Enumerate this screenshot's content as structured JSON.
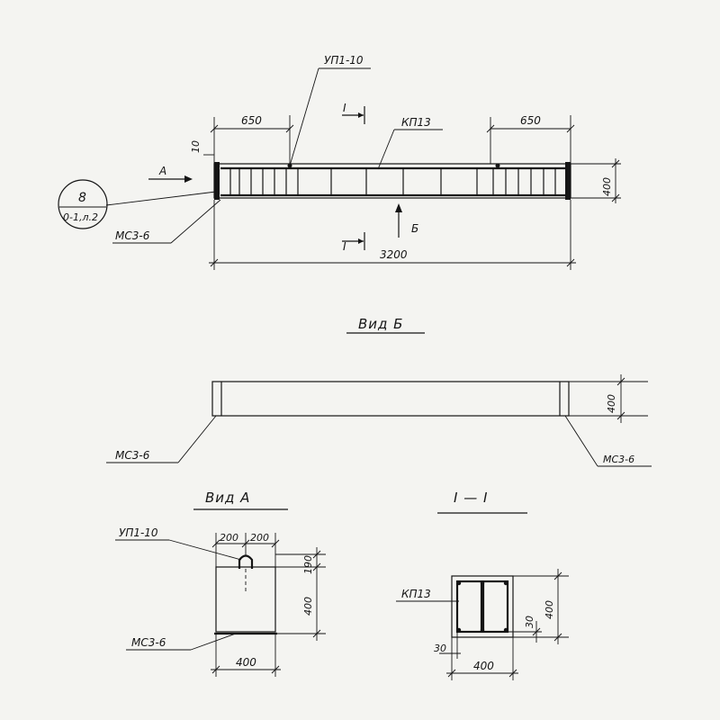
{
  "top_view": {
    "label_up": "УП1-10",
    "label_kp": "КП13",
    "dim_left": "650",
    "dim_right": "650",
    "dim_10": "10",
    "dim_height": "400",
    "dim_total": "3200",
    "section_mark": "I",
    "view_a_arrow": "A",
    "view_b_arrow": "Б",
    "callout_number": "8",
    "callout_sheet": "0-1,л.2",
    "label_ms": "МС3-6"
  },
  "view_b": {
    "title": "Вид Б",
    "dim_height": "400",
    "label_left": "МС3-6",
    "label_right": "МС3-6"
  },
  "view_a": {
    "title": "Вид А",
    "label_up": "УП1-10",
    "dim_200_left": "200",
    "dim_200_right": "200",
    "dim_height": "400",
    "dim_190": "190",
    "dim_width": "400",
    "label_ms": "МС3-6"
  },
  "section": {
    "title": "I — I",
    "label_kp": "КП13",
    "dim_height": "400",
    "dim_30_side": "30",
    "dim_30_bottom": "30",
    "dim_width": "400"
  }
}
